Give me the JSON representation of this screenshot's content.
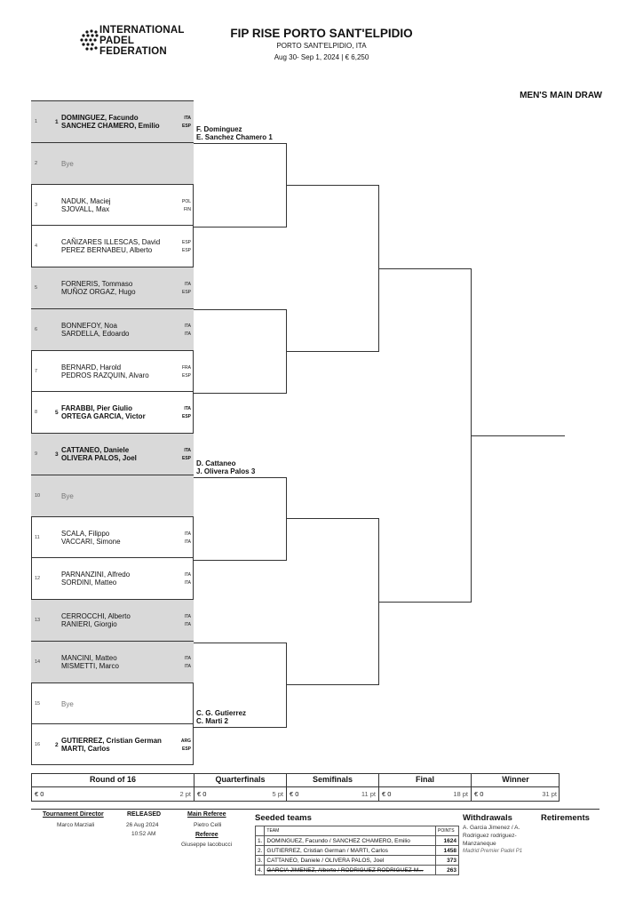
{
  "header": {
    "logo_lines": [
      "INTERNATIONAL",
      "PADEL",
      "FEDERATION"
    ],
    "title": "FIP RISE PORTO SANT'ELPIDIO",
    "location": "PORTO SANT'ELPIDIO, ITA",
    "dates": "Aug 30- Sep 1, 2024  |  € 6,250",
    "draw_name": "MEN'S MAIN DRAW"
  },
  "slots": [
    {
      "num": "1",
      "seed": "1",
      "p1": "DOMINGUEZ, Facundo",
      "n1": "ITA",
      "p2": "SANCHEZ CHAMERO, Emilio",
      "n2": "ESP",
      "gray": true,
      "seeded": true
    },
    {
      "num": "2",
      "seed": "",
      "p1": "Bye",
      "n1": "",
      "p2": "",
      "n2": "",
      "gray": true,
      "bye": true
    },
    {
      "num": "3",
      "seed": "",
      "p1": "NADUK, Maciej",
      "n1": "POL",
      "p2": "SJOVALL, Max",
      "n2": "FIN",
      "gray": false
    },
    {
      "num": "4",
      "seed": "",
      "p1": "CAÑIZARES ILLESCAS, David",
      "n1": "ESP",
      "p2": "PEREZ BERNABEU, Alberto",
      "n2": "ESP",
      "gray": false
    },
    {
      "num": "5",
      "seed": "",
      "p1": "FORNERIS, Tommaso",
      "n1": "ITA",
      "p2": "MUÑOZ ORGAZ, Hugo",
      "n2": "ESP",
      "gray": true
    },
    {
      "num": "6",
      "seed": "",
      "p1": "BONNEFOY, Noa",
      "n1": "ITA",
      "p2": "SARDELLA, Edoardo",
      "n2": "ITA",
      "gray": true
    },
    {
      "num": "7",
      "seed": "",
      "p1": "BERNARD, Harold",
      "n1": "FRA",
      "p2": "PEDROS RAZQUIN, Alvaro",
      "n2": "ESP",
      "gray": false
    },
    {
      "num": "8",
      "seed": "5",
      "p1": "FARABBI, Pier Giulio",
      "n1": "ITA",
      "p2": "ORTEGA GARCIA, Victor",
      "n2": "ESP",
      "gray": false,
      "seeded": true
    },
    {
      "num": "9",
      "seed": "3",
      "p1": "CATTANEO, Daniele",
      "n1": "ITA",
      "p2": "OLIVERA PALOS, Joel",
      "n2": "ESP",
      "gray": true,
      "seeded": true
    },
    {
      "num": "10",
      "seed": "",
      "p1": "Bye",
      "n1": "",
      "p2": "",
      "n2": "",
      "gray": true,
      "bye": true
    },
    {
      "num": "11",
      "seed": "",
      "p1": "SCALA, Filippo",
      "n1": "ITA",
      "p2": "VACCARI, Simone",
      "n2": "ITA",
      "gray": false
    },
    {
      "num": "12",
      "seed": "",
      "p1": "PARNANZINI, Alfredo",
      "n1": "ITA",
      "p2": "SORDINI, Matteo",
      "n2": "ITA",
      "gray": false
    },
    {
      "num": "13",
      "seed": "",
      "p1": "CERROCCHI, Alberto",
      "n1": "ITA",
      "p2": "RANIERI, Giorgio",
      "n2": "ITA",
      "gray": true
    },
    {
      "num": "14",
      "seed": "",
      "p1": "MANCINI, Matteo",
      "n1": "ITA",
      "p2": "MISMETTI, Marco",
      "n2": "ITA",
      "gray": true
    },
    {
      "num": "15",
      "seed": "",
      "p1": "Bye",
      "n1": "",
      "p2": "",
      "n2": "",
      "gray": false,
      "bye": true
    },
    {
      "num": "16",
      "seed": "2",
      "p1": "GUTIERREZ, Cristian German",
      "n1": "ARG",
      "p2": "MARTI, Carlos",
      "n2": "ESP",
      "gray": false,
      "seeded": true
    }
  ],
  "advances": {
    "r16_1": {
      "line1": "F. Dominguez",
      "line2": "E. Sanchez Chamero  1"
    },
    "r16_5": {
      "line1": "D. Cattaneo",
      "line2": "J. Olivera Palos  3"
    },
    "r16_8": {
      "line1": "C. G. Gutierrez",
      "line2": "C. Marti  2"
    }
  },
  "rounds": [
    {
      "name": "Round of 16",
      "prize": "€ 0",
      "points": "2 pt"
    },
    {
      "name": "Quarterfinals",
      "prize": "€ 0",
      "points": "5 pt"
    },
    {
      "name": "Semifinals",
      "prize": "€ 0",
      "points": "11 pt"
    },
    {
      "name": "Final",
      "prize": "€ 0",
      "points": "18 pt"
    },
    {
      "name": "Winner",
      "prize": "€ 0",
      "points": "31 pt"
    }
  ],
  "footer": {
    "tournament_director_label": "Tournament Director",
    "tournament_director": "Marco Marziali",
    "released_label": "RELEASED",
    "released_date": "26 Aug 2024",
    "released_time": "10:52 AM",
    "main_referee_label": "Main Referee",
    "main_referee": "Pietro Celli",
    "referee_label": "Referee",
    "referee": "Giuseppe Iacobucci",
    "seeded_title": "Seeded teams",
    "seeded_col_team": "TEAM",
    "seeded_col_points": "POINTS",
    "seeded": [
      {
        "idx": "1.",
        "team": "DOMINGUEZ, Facundo / SANCHEZ CHAMERO, Emilio",
        "points": "1624",
        "struck": false
      },
      {
        "idx": "2.",
        "team": "GUTIERREZ, Cristian German / MARTI, Carlos",
        "points": "1458",
        "struck": false
      },
      {
        "idx": "3.",
        "team": "CATTANEO, Daniele / OLIVERA PALOS, Joel",
        "points": "373",
        "struck": false
      },
      {
        "idx": "4.",
        "team": "GARCIA JIMENEZ, Alberto / RODRIGUEZ RODRIGUEZ-M...",
        "points": "263",
        "struck": true
      }
    ],
    "withdrawals_title": "Withdrawals",
    "withdrawals_text": "A. Garcia Jimenez / A. Rodriguez rodriguez-Manzaneque",
    "withdrawals_note": "Madrid Premier Padel P1",
    "retirements_title": "Retirements"
  }
}
